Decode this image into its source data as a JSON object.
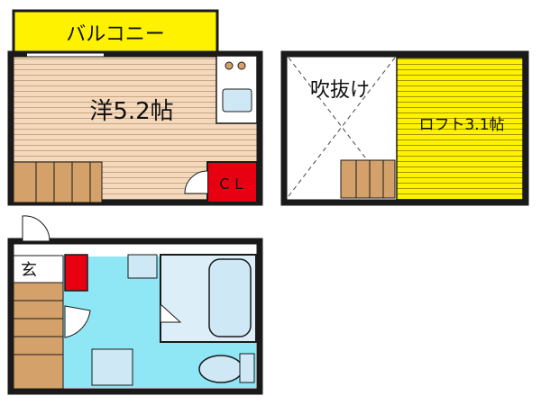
{
  "colors": {
    "wall": "#1a1a1a",
    "balcony": "#fff200",
    "loft": "#fff200",
    "western_floor": "#f5d9bd",
    "floor_line": "#c9a582",
    "wet_area": "#8fe6f5",
    "closet": "#e60012",
    "stair": "#d4a16a",
    "fixture": "#cfe8f5"
  },
  "labels": {
    "balcony": "バルコニー",
    "western_room": "洋5.2帖",
    "closet": "ＣＬ",
    "void": "吹抜け",
    "loft": "ロフト3.1帖",
    "entrance": "玄"
  }
}
